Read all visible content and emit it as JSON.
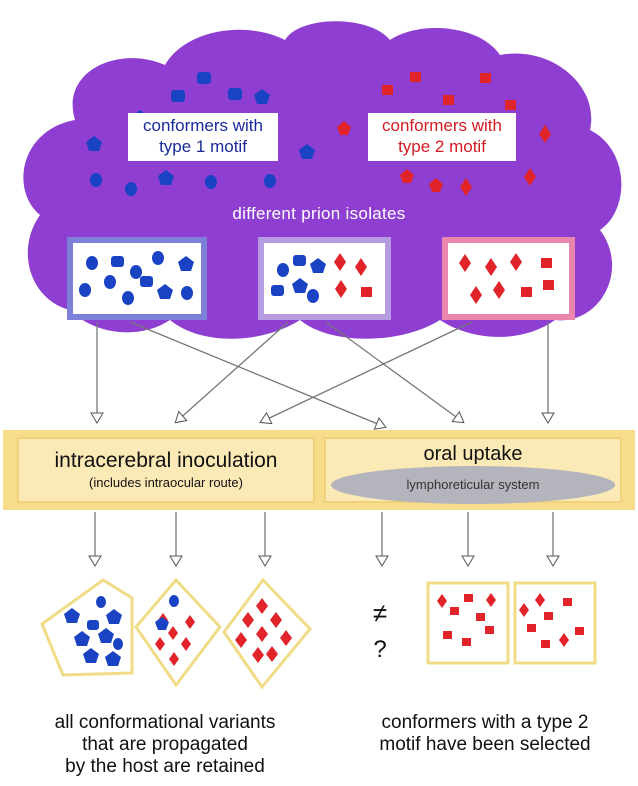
{
  "cloud": {
    "title": "different prion isolates",
    "type1_label_line1": "conformers with",
    "type1_label_line2": "type 1 motif",
    "type2_label_line1": "conformers with",
    "type2_label_line2": "type 2 motif"
  },
  "routes": {
    "intracerebral_title": "intracerebral inoculation",
    "intracerebral_sub": "(includes intraocular route)",
    "oral_title": "oral uptake",
    "oral_sub": "lymphoreticular system"
  },
  "unknown_outcome": {
    "not_equal": "≠",
    "question": "?"
  },
  "bottom": {
    "left_line1": "all conformational variants",
    "left_line2": "that are propagated",
    "left_line3": "by the host are retained",
    "right_line1": "conformers with a type 2",
    "right_line2": "motif have been selected"
  },
  "colors": {
    "cloud": "#8e3fd2",
    "type1": "#1a43c4",
    "type2": "#e0242a",
    "band": "#f7dc8c",
    "box1_border": "#7c80d8",
    "box2_border": "#b69be0",
    "box3_border": "#ea86ad",
    "result_border": "#f0dc86"
  }
}
